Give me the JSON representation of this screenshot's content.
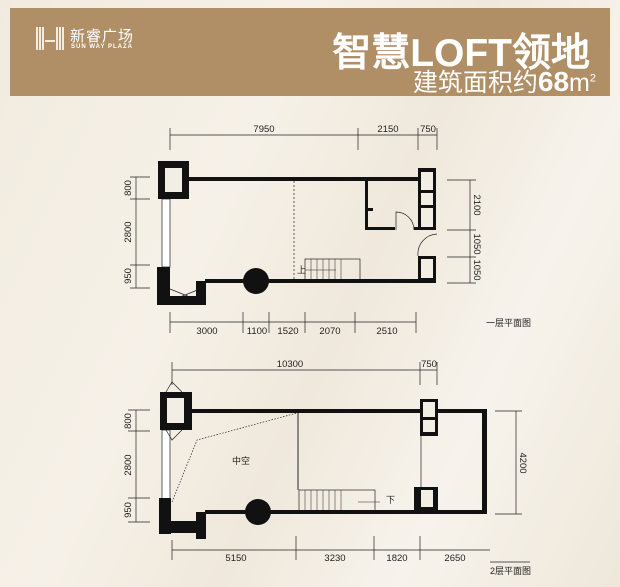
{
  "header": {
    "logo_cn": "新睿广场",
    "logo_en": "SUN WAY PLAZA",
    "title": "智慧LOFT领地",
    "subtitle_prefix": "建筑面积约",
    "area_value": "68",
    "area_unit": "m",
    "area_unit_sup": "2"
  },
  "floor1": {
    "label": "一层平面图",
    "stair_label": "上",
    "top_dims": [
      "7950",
      "2150",
      "750"
    ],
    "left_dims": [
      "800",
      "2800",
      "950"
    ],
    "right_dims": [
      "2100",
      "1050",
      "1050"
    ],
    "bottom_dims": [
      "3000",
      "1100",
      "1520",
      "2070",
      "2510"
    ]
  },
  "floor2": {
    "label": "2层平面图",
    "void_label": "中空",
    "stair_label": "下",
    "top_dims": [
      "10300",
      "750"
    ],
    "left_dims": [
      "800",
      "2800",
      "950"
    ],
    "right_dims": [
      "4200"
    ],
    "bottom_dims": [
      "5150",
      "3230",
      "1820",
      "2650"
    ]
  },
  "colors": {
    "header_bg": "#b18f66",
    "wall": "#111111"
  }
}
